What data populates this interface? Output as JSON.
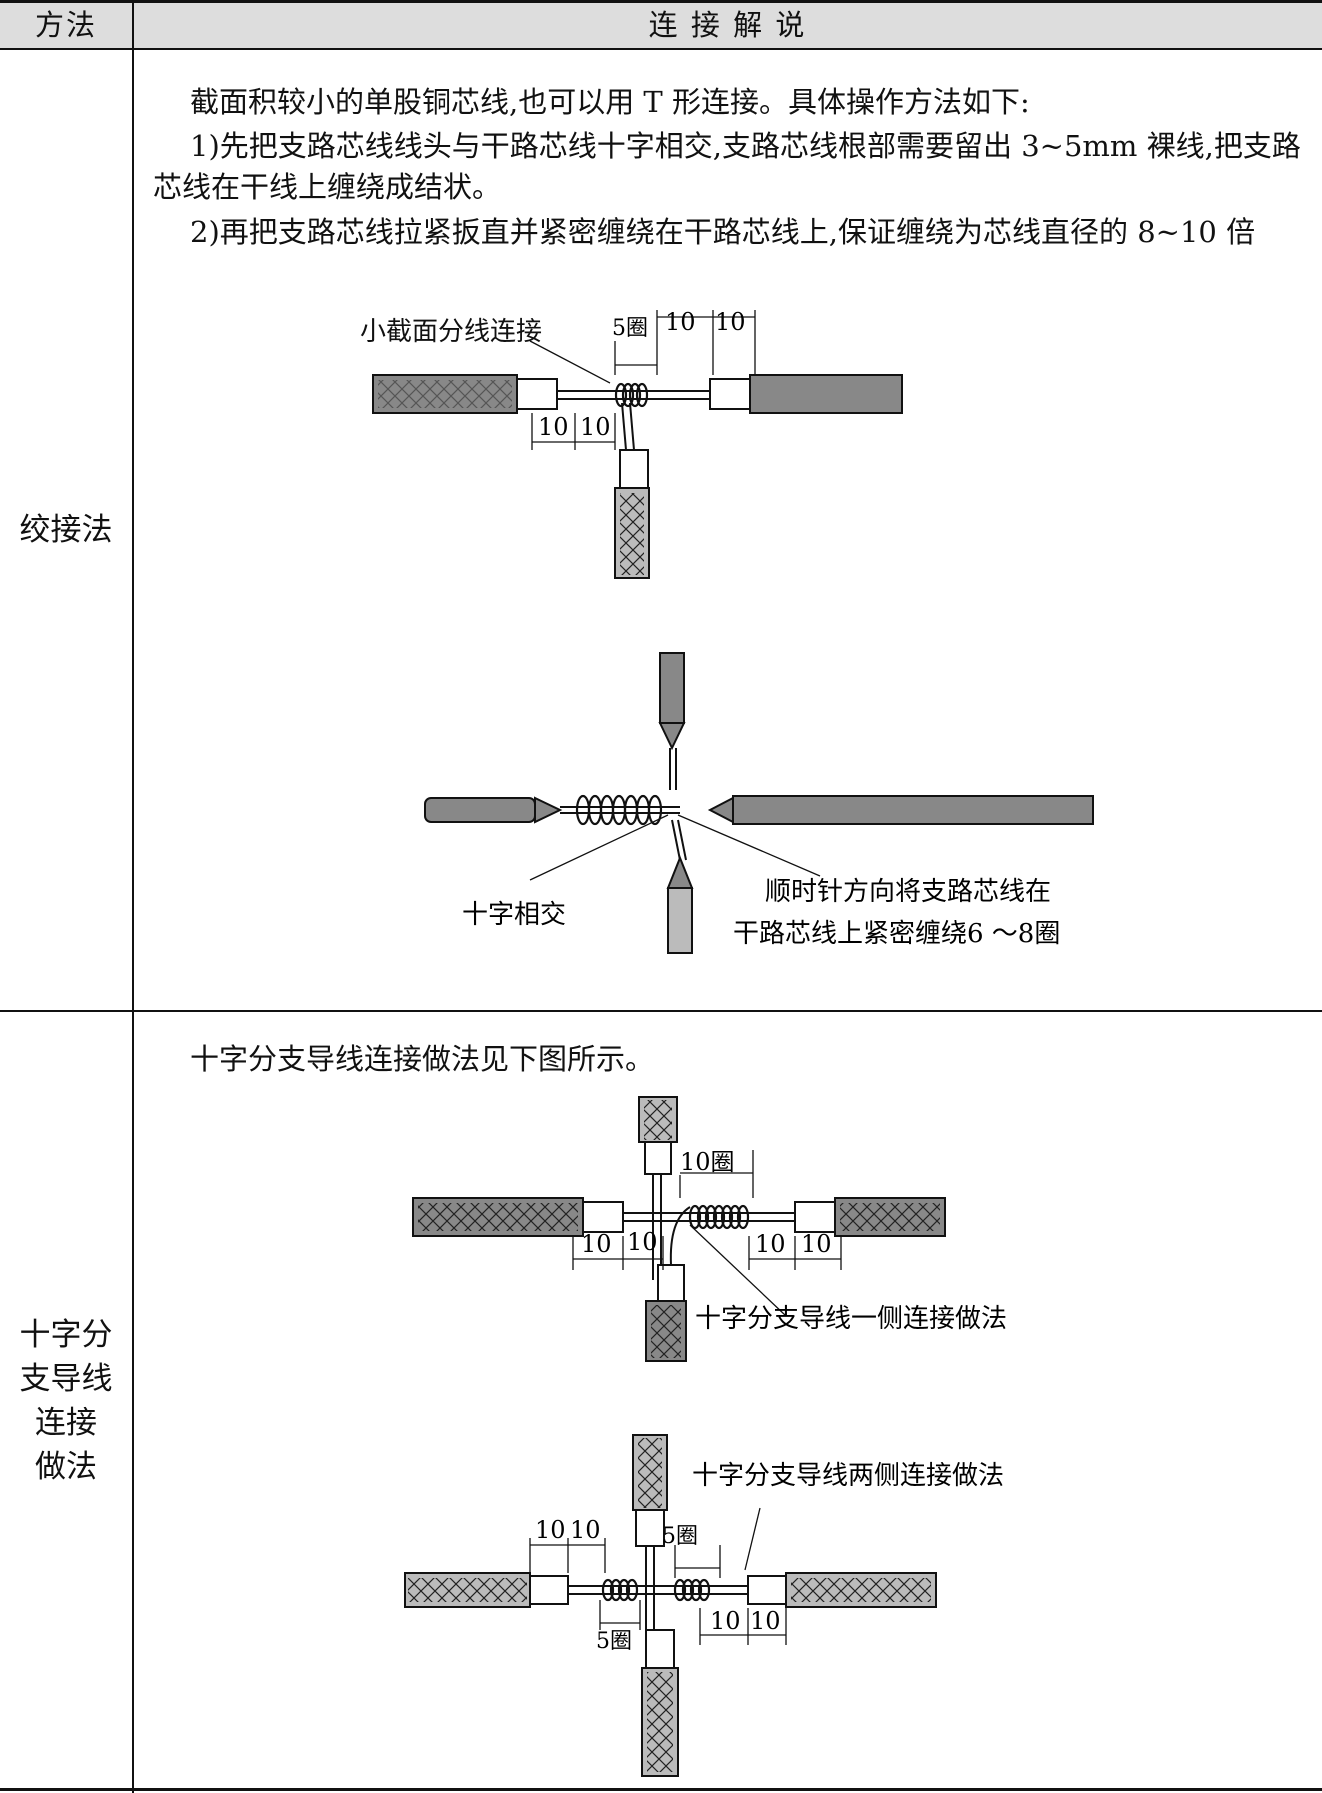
{
  "header": {
    "col_method": "方法",
    "col_desc": "连 接 解 说"
  },
  "rows": [
    {
      "method": "绞接法",
      "paragraphs": [
        "截面积较小的单股铜芯线,也可以用 T 形连接。具体操作方法如下:",
        "1)先把支路芯线线头与干路芯线十字相交,支路芯线根部需要留出 3~5mm 裸线,把支路芯线在干线上缠绕成结状。",
        "2)再把支路芯线拉紧扳直并紧密缠绕在干路芯线上,保证缠绕为芯线直径的 8~10 倍"
      ],
      "fig1": {
        "title": "小截面分线连接",
        "dim_turns": "5圈",
        "dim_a": "10",
        "dim_b": "10",
        "dim_c": "10",
        "dim_d": "10"
      },
      "fig2": {
        "label_cross": "十字相交",
        "label_wind_1": "顺时针方向将支路芯线在",
        "label_wind_2": "干路芯线上紧密缠绕6 ～8圈"
      }
    },
    {
      "method_lines": [
        "十字分",
        "支导线",
        "连接",
        "做法"
      ],
      "paragraphs": [
        "十字分支导线连接做法见下图所示。"
      ],
      "fig3": {
        "dim_turns": "10圈",
        "dims": [
          "10",
          "10",
          "10",
          "10"
        ],
        "caption": "十字分支导线一侧连接做法"
      },
      "fig4": {
        "caption": "十字分支导线两侧连接做法",
        "dim_turns_top": "5圈",
        "dim_turns_bottom": "5圈",
        "dims": [
          "10",
          "10",
          "10",
          "10"
        ]
      }
    }
  ]
}
